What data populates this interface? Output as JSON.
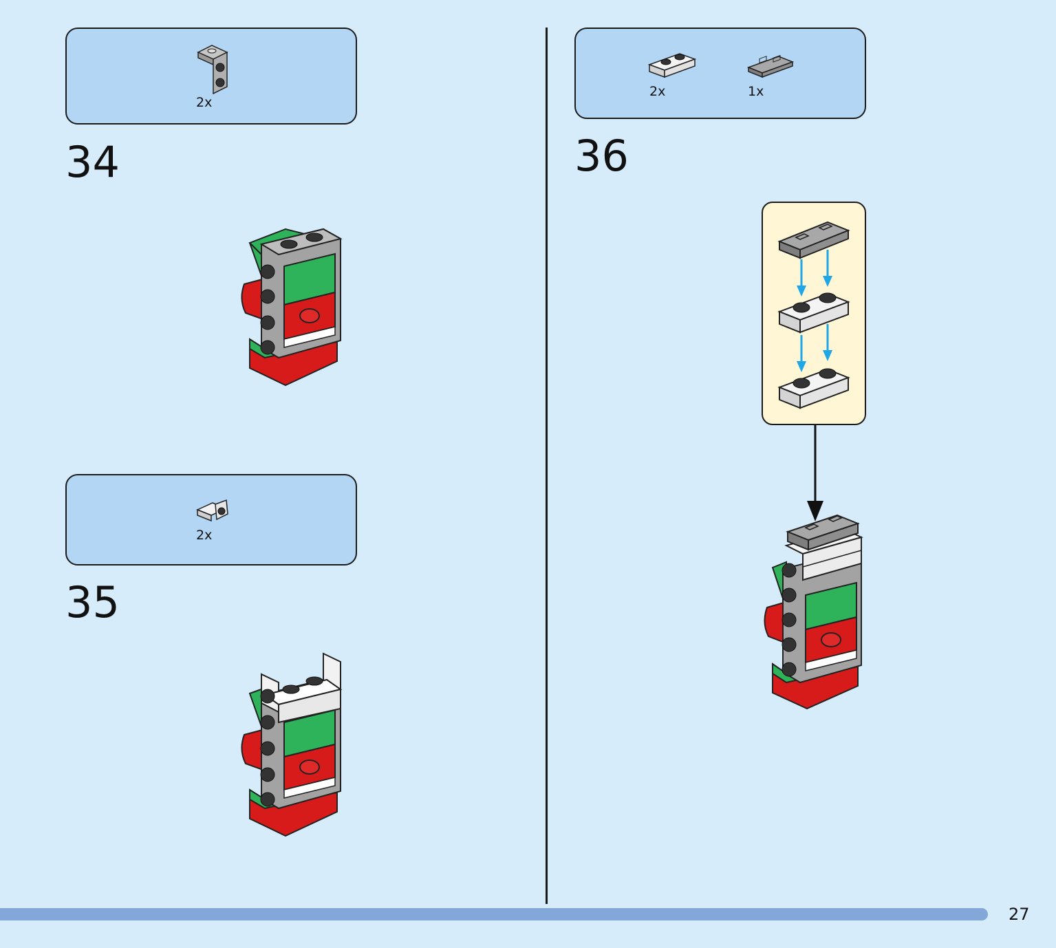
{
  "steps": [
    {
      "number": "34",
      "parts": [
        {
          "qty": "2x",
          "icon": "gray-bracket-brick-icon"
        }
      ]
    },
    {
      "number": "35",
      "parts": [
        {
          "qty": "2x",
          "icon": "white-bracket-plate-icon"
        }
      ]
    },
    {
      "number": "36",
      "parts": [
        {
          "qty": "2x",
          "icon": "white-plate-1x2-icon"
        },
        {
          "qty": "1x",
          "icon": "gray-grille-tile-icon"
        }
      ]
    }
  ],
  "page_number": "27",
  "colors": {
    "background": "#d6ecfb",
    "parts_box": "#b3d6f4",
    "callout": "#fff6d5",
    "progress_bar": "#84a7d9",
    "assembly_arrow": "#1ea6e6",
    "green": "#2fb35a",
    "red": "#d71a1a",
    "gray": "#a3a3a3"
  }
}
